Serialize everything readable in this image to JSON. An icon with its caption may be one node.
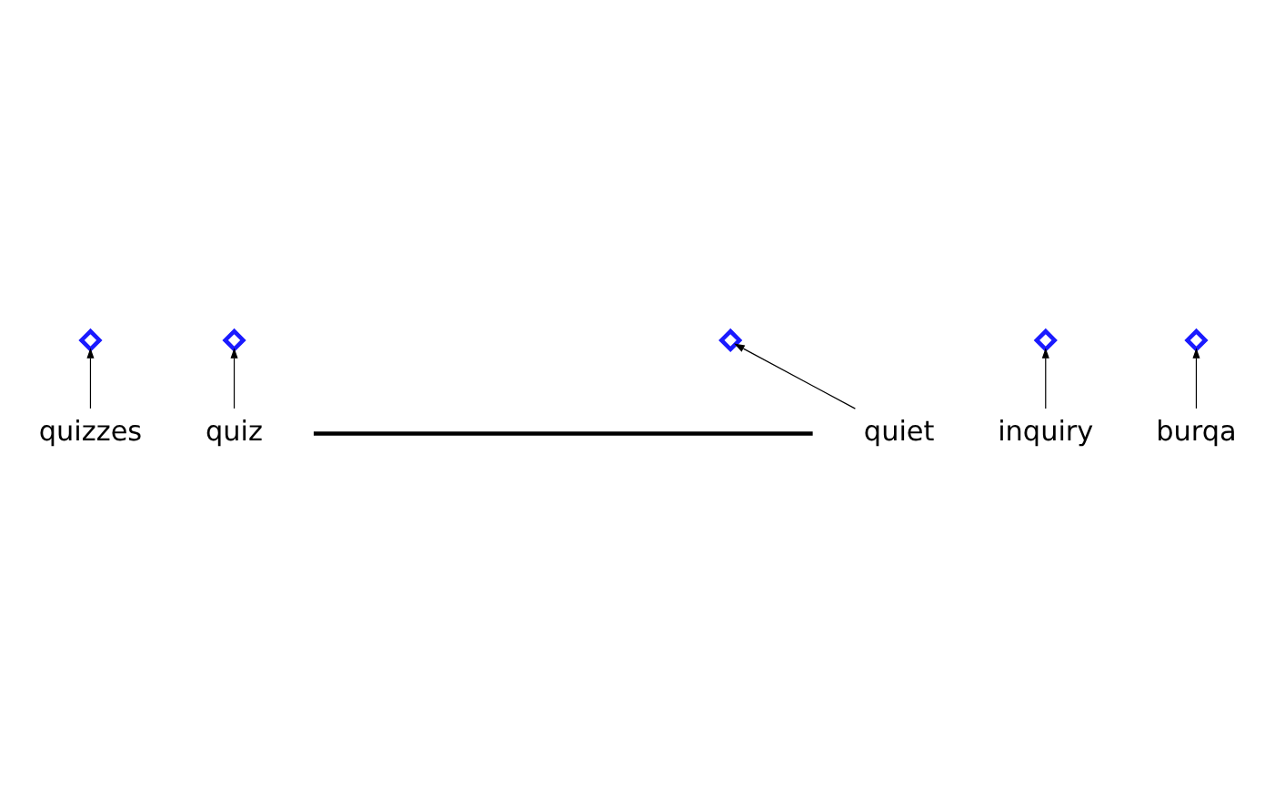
{
  "diagram": {
    "nodes": [
      {
        "text": [],
        "shape": "cross"
      },
      {
        "text": [],
        "shape": "cross"
      },
      {
        "text": [],
        "shape": "cross"
      },
      {
        "text": [],
        "shape": "cross"
      },
      {
        "text": [],
        "shape": "cross"
      },
      {
        "text": [],
        "shape": "bar"
      },
      {
        "text": [
          "quiet"
        ]
      },
      {
        "text": [
          "burqa"
        ]
      },
      {
        "text": [
          "quiz"
        ]
      },
      {
        "text": [
          "inquiry"
        ]
      },
      {
        "text": [
          "quizzes"
        ]
      }
    ],
    "edges": [
      {
        "from": 6,
        "to": 2,
        "arrow": "to"
      },
      {
        "from": 7,
        "to": 4,
        "arrow": "to"
      },
      {
        "from": 8,
        "to": 1,
        "arrow": "to"
      },
      {
        "from": 9,
        "to": 3,
        "arrow": "to"
      },
      {
        "from": 10,
        "to": 0,
        "arrow": "to"
      }
    ]
  }
}
